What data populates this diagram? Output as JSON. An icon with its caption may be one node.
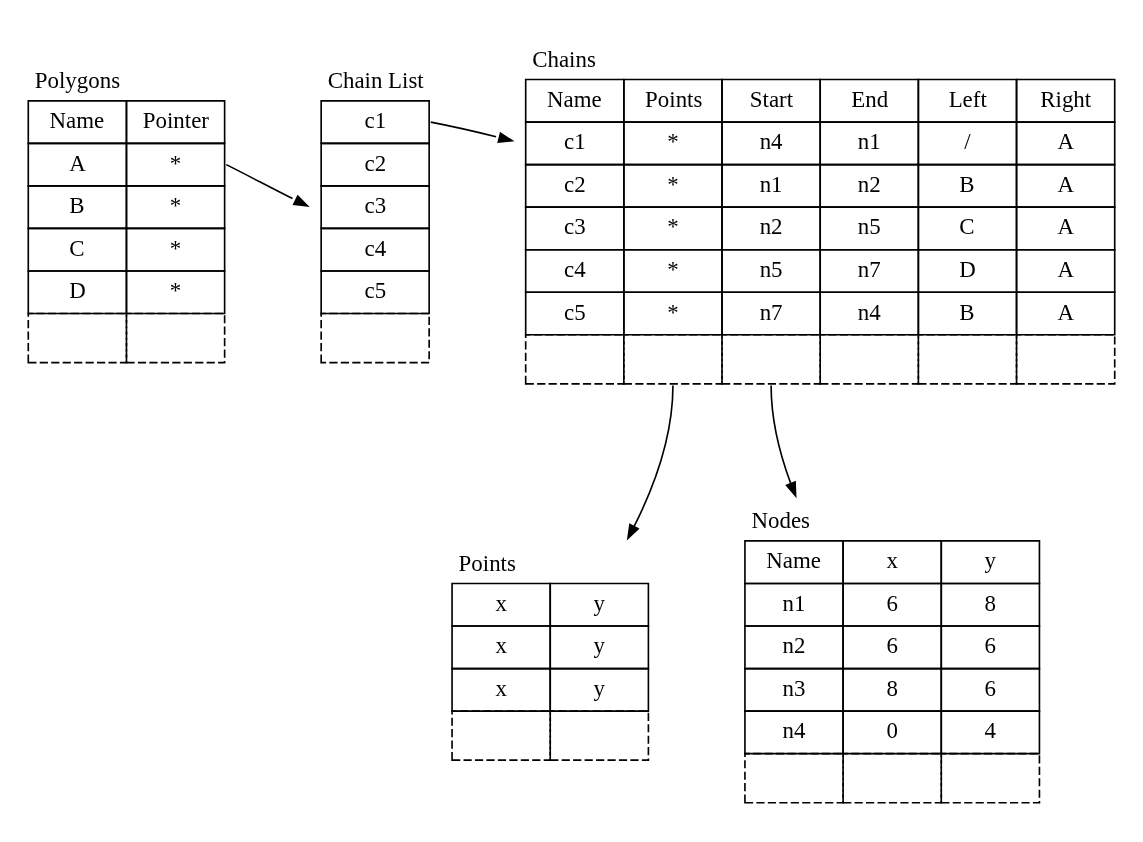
{
  "diagram": {
    "nodes": [
      {
        "text": [
          "Polygons",
          "Name",
          "Pointer",
          "A",
          "*",
          "B",
          "*",
          "C",
          "*",
          "D",
          "*"
        ]
      },
      {
        "text": [
          "Chain List",
          "c1",
          "c2",
          "c3",
          "c4",
          "c5"
        ]
      },
      {
        "text": [
          "Chains",
          "Name",
          "Points",
          "Start",
          "End",
          "Left",
          "Right",
          "c1",
          "*",
          "n4",
          "n1",
          "/",
          "A",
          "c2",
          "*",
          "n1",
          "n2",
          "B",
          "A",
          "c3",
          "*",
          "n2",
          "n5",
          "C",
          "A",
          "c4",
          "*",
          "n5",
          "n7",
          "D",
          "A",
          "c5",
          "*",
          "n7",
          "n4",
          "B",
          "A"
        ]
      },
      {
        "text": [
          "Points",
          "x",
          "y",
          "x",
          "y",
          "x",
          "y"
        ]
      },
      {
        "text": [
          "Nodes",
          "Name",
          "x",
          "y",
          "n1",
          "6",
          "8",
          "n2",
          "6",
          "6",
          "n3",
          "8",
          "6",
          "n4",
          "0",
          "4"
        ]
      }
    ],
    "edges": [
      {
        "from": 0,
        "to": 1,
        "arrow": "to"
      },
      {
        "from": 1,
        "to": 2,
        "arrow": "to"
      },
      {
        "from": 2,
        "to": 3,
        "arrow": "to"
      },
      {
        "from": 2,
        "to": 4,
        "arrow": "to"
      }
    ]
  }
}
